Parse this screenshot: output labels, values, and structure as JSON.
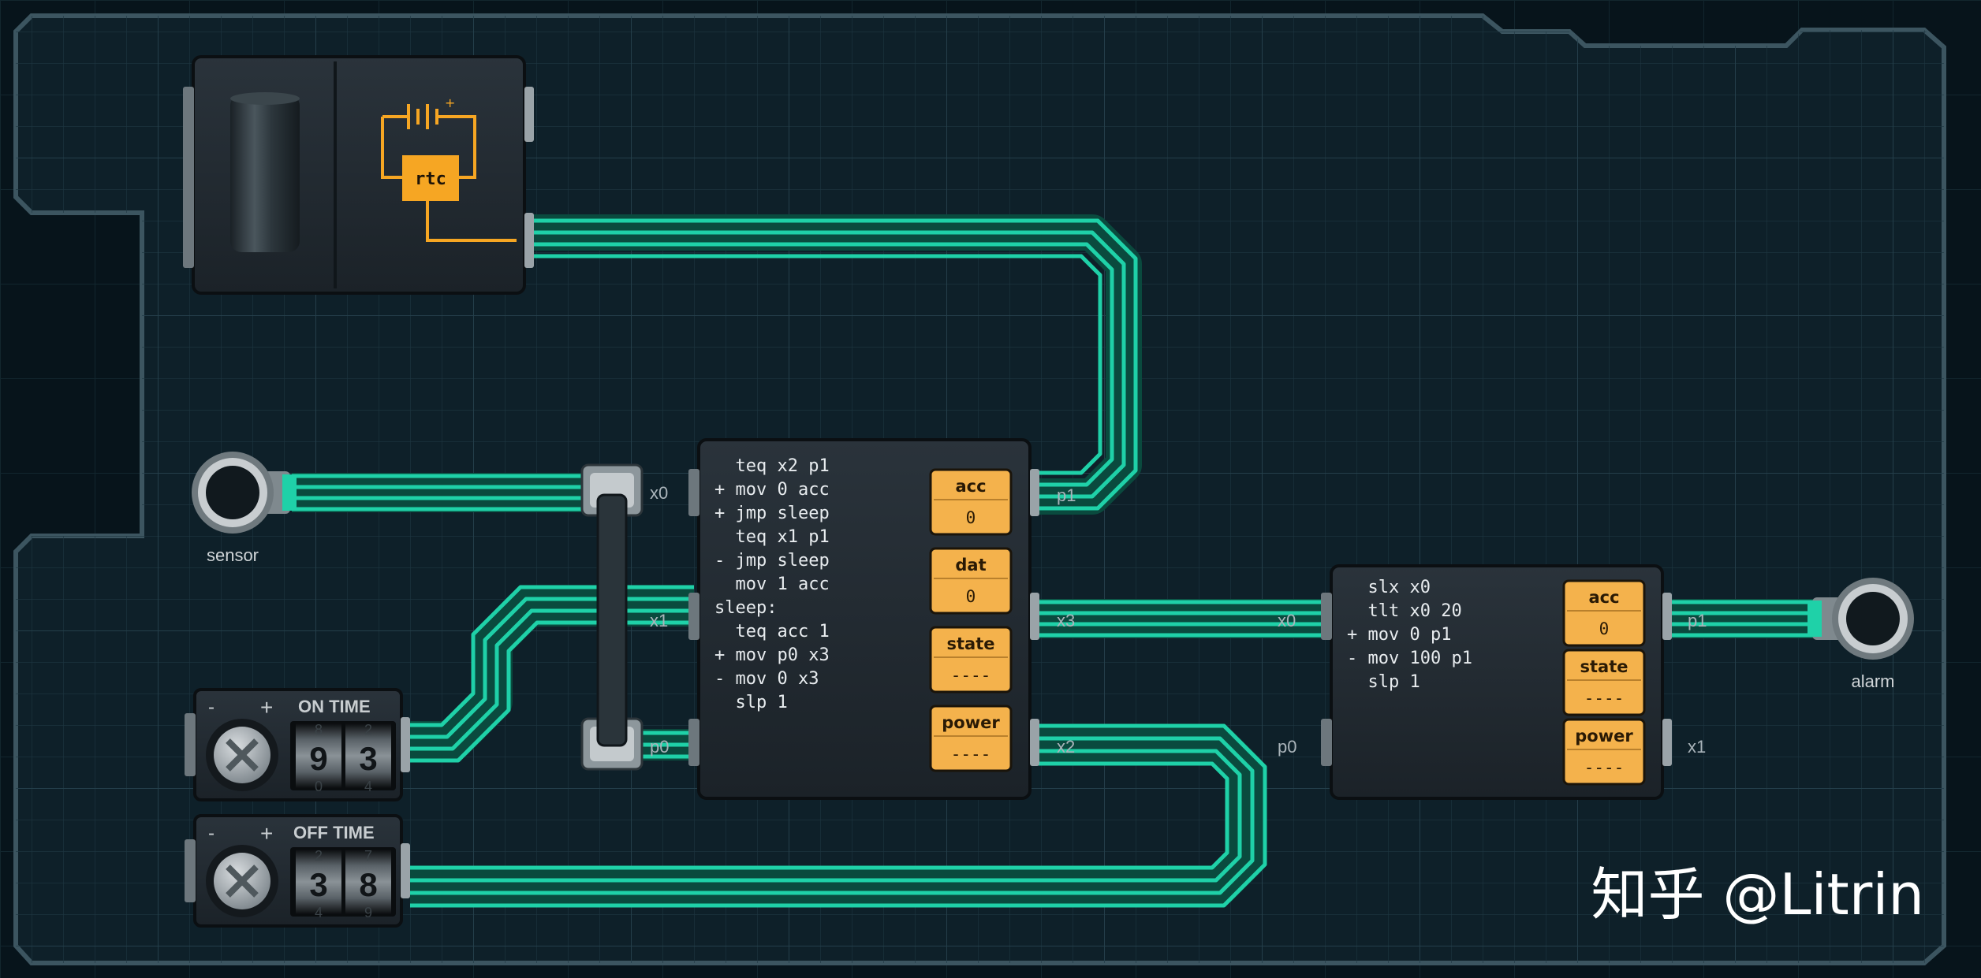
{
  "colors": {
    "board": "#0e2029",
    "board_edge": "#3c5560",
    "wire": "#1fd1a8",
    "wire_glow": "#0a4a3e",
    "register_bg": "#f4b24c",
    "register_text": "#2a1a05",
    "chip_bg": "#202830",
    "code_text": "#e8ecef",
    "label_text": "#aab4ba",
    "rtc_orange": "#f6a623"
  },
  "rtc_module": {
    "label": "rtc",
    "icons": [
      "battery-icon",
      "capacitor-icon"
    ]
  },
  "sensor": {
    "label": "sensor"
  },
  "alarm": {
    "label": "alarm"
  },
  "bridge": {
    "ports": {
      "top": "x0",
      "middle": "x1",
      "bottom": "p0"
    }
  },
  "on_time": {
    "label": "ON TIME",
    "minus": "-",
    "plus": "+",
    "digits": [
      "9",
      "3"
    ],
    "digits_above": [
      "8",
      "2"
    ],
    "digits_below": [
      "0",
      "4"
    ]
  },
  "off_time": {
    "label": "OFF TIME",
    "minus": "-",
    "plus": "+",
    "digits": [
      "3",
      "8"
    ],
    "digits_above": [
      "2",
      "7"
    ],
    "digits_below": [
      "4",
      "9"
    ]
  },
  "controller_1": {
    "code": [
      "  teq x2 p1",
      "+ mov 0 acc",
      "+ jmp sleep",
      "  teq x1 p1",
      "- jmp sleep",
      "  mov 1 acc",
      "sleep:",
      "  teq acc 1",
      "+ mov p0 x3",
      "- mov 0 x3",
      "  slp 1"
    ],
    "registers": [
      {
        "name": "acc",
        "value": "0"
      },
      {
        "name": "dat",
        "value": "0"
      },
      {
        "name": "state",
        "value": "----"
      },
      {
        "name": "power",
        "value": "----"
      }
    ],
    "ports": {
      "right_top": "p1",
      "right_middle": "x3",
      "right_bottom": "x2"
    }
  },
  "controller_2": {
    "code": [
      "  slx x0",
      "  tlt x0 20",
      "+ mov 0 p1",
      "- mov 100 p1",
      "  slp 1"
    ],
    "registers": [
      {
        "name": "acc",
        "value": "0"
      },
      {
        "name": "state",
        "value": "----"
      },
      {
        "name": "power",
        "value": "----"
      }
    ],
    "ports": {
      "left_top": "x0",
      "left_bottom": "p0",
      "right_top": "p1",
      "right_bottom": "x1"
    }
  },
  "watermark": {
    "text": "知乎 @Litrin"
  }
}
